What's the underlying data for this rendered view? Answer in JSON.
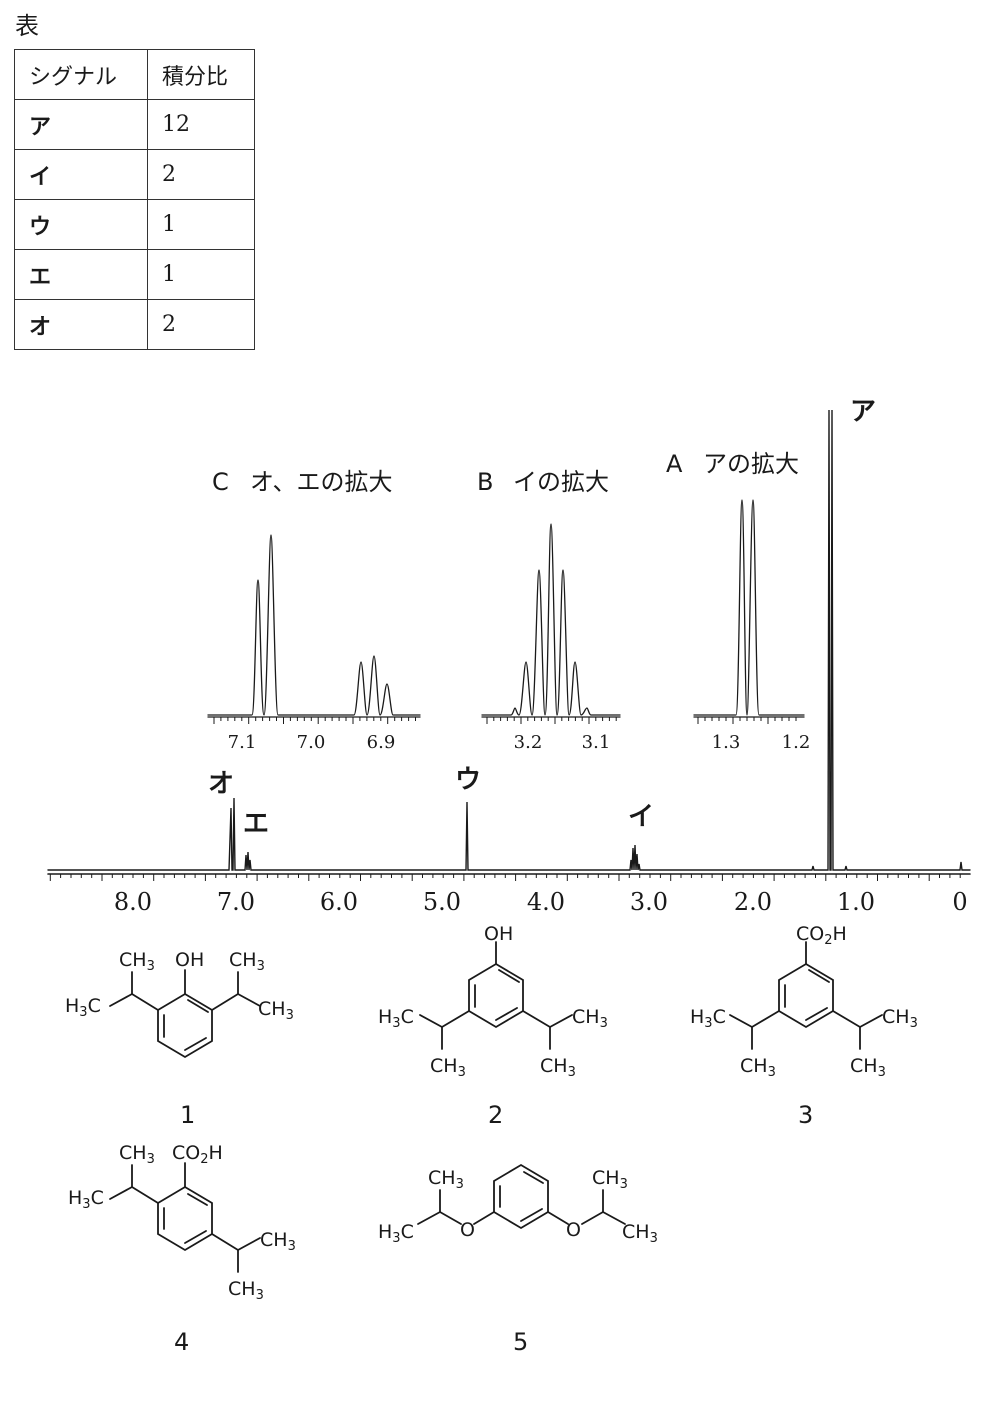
{
  "caption": "表",
  "table": {
    "headers": [
      "シグナル",
      "積分比"
    ],
    "rows": [
      {
        "signal": "ア",
        "ratio": "12"
      },
      {
        "signal": "イ",
        "ratio": "2"
      },
      {
        "signal": "ウ",
        "ratio": "1"
      },
      {
        "signal": "エ",
        "ratio": "1"
      },
      {
        "signal": "オ",
        "ratio": "2"
      }
    ]
  },
  "spectrum": {
    "main_axis": {
      "ticks": [
        "8.0",
        "7.0",
        "6.0",
        "5.0",
        "4.0",
        "3.0",
        "2.0",
        "1.0",
        "0"
      ]
    },
    "peaks": [
      {
        "label": "ア",
        "ppm": 1.26
      },
      {
        "label": "イ",
        "ppm": 3.16
      },
      {
        "label": "ウ",
        "ppm": 4.78
      },
      {
        "label": "エ",
        "ppm": 6.91
      },
      {
        "label": "オ",
        "ppm": 7.07
      }
    ],
    "insets": [
      {
        "id": "C",
        "letter": "C",
        "title": "オ、エの拡大",
        "ticks": [
          "7.1",
          "7.0",
          "6.9"
        ]
      },
      {
        "id": "B",
        "letter": "B",
        "title": "イの拡大",
        "ticks": [
          "3.2",
          "3.1"
        ]
      },
      {
        "id": "A",
        "letter": "A",
        "title": "アの拡大",
        "ticks": [
          "1.3",
          "1.2"
        ]
      }
    ]
  },
  "structures": {
    "s1": {
      "number": "1",
      "labels": {
        "ch3_top_left": "CH3",
        "oh": "OH",
        "ch3_top_right": "CH3",
        "h3c_left": "H3C",
        "ch3_right": "CH3"
      }
    },
    "s2": {
      "number": "2",
      "labels": {
        "oh": "OH",
        "h3c_left": "H3C",
        "ch3_right": "CH3",
        "ch3_bottom_left": "CH3",
        "ch3_bottom_right": "CH3"
      }
    },
    "s3": {
      "number": "3",
      "labels": {
        "co2h": "CO2H",
        "h3c_left": "H3C",
        "ch3_right": "CH3",
        "ch3_bottom_left": "CH3",
        "ch3_bottom_right": "CH3"
      }
    },
    "s4": {
      "number": "4",
      "labels": {
        "ch3_top": "CH3",
        "co2h": "CO2H",
        "h3c_left": "H3C",
        "ch3_right": "CH3",
        "ch3_bottom": "CH3"
      }
    },
    "s5": {
      "number": "5",
      "labels": {
        "ch3_top_left": "CH3",
        "ch3_top_right": "CH3",
        "h3c_left": "H3C",
        "o_left": "O",
        "o_right": "O",
        "ch3_right": "CH3"
      }
    }
  }
}
